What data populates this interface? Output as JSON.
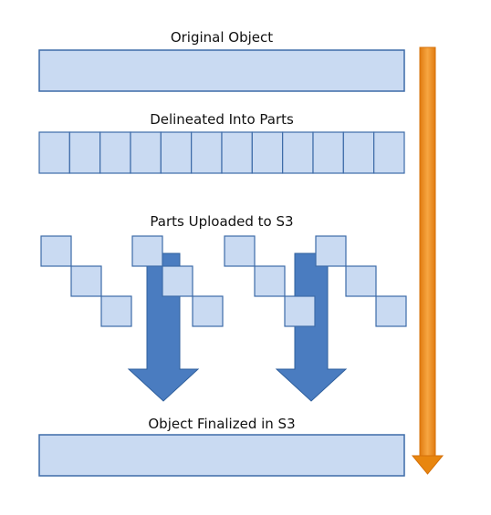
{
  "labels": {
    "original": "Original Object",
    "delineated": "Delineated Into Parts",
    "uploaded": "Parts Uploaded to S3",
    "finalized": "Object Finalized in S3"
  },
  "colors": {
    "part_fill": "#c9daf2",
    "part_stroke": "#3d6ba8",
    "upload_arrow": "#4a7cc0",
    "upload_arrow_dark": "#2f5f9c",
    "timeline_light": "#f7a642",
    "timeline_dark": "#e07b10"
  },
  "diagram": {
    "part_count": 12,
    "upload_groups": 2,
    "group_columns": 2,
    "group_rows": 3
  }
}
